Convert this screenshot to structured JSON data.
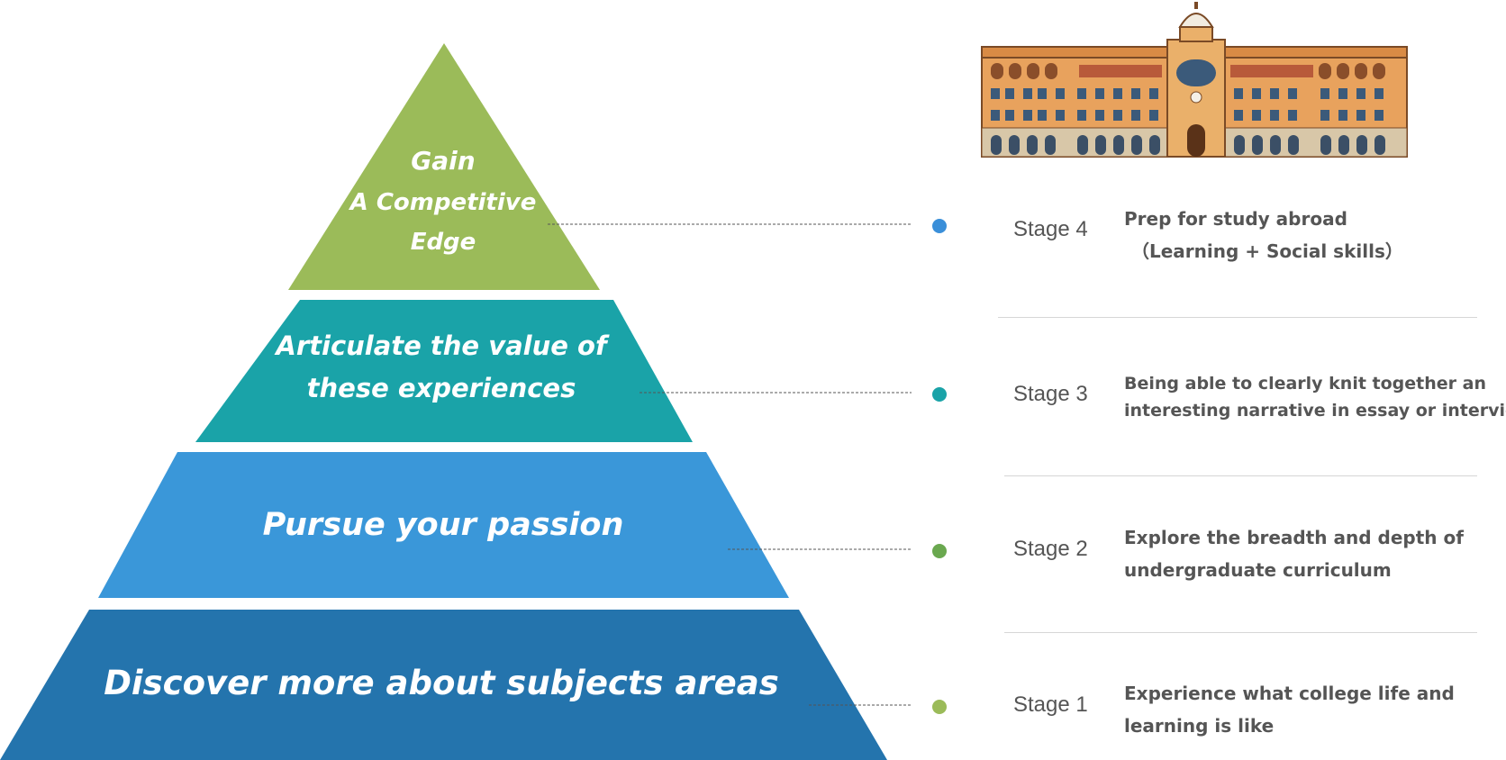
{
  "colors": {
    "tier4": "#9bbb59",
    "tier3": "#1aa3a8",
    "tier2": "#3a97d9",
    "tier1": "#2474ad",
    "dot4": "#3a8fd9",
    "dot3": "#1aa3a8",
    "dot2": "#6aa84f",
    "dot1": "#9bbb59"
  },
  "pyramid": {
    "tier4": {
      "lines": [
        "Gain",
        "A Competitive",
        "Edge"
      ]
    },
    "tier3": {
      "lines": [
        "Articulate the value of",
        "these experiences"
      ]
    },
    "tier2": {
      "lines": [
        "Pursue your passion"
      ]
    },
    "tier1": {
      "lines": [
        "Discover more about subjects areas"
      ]
    }
  },
  "stages": [
    {
      "label": "Stage 4",
      "desc": [
        "Prep for study abroad",
        "（Learning + Social skills）"
      ]
    },
    {
      "label": "Stage 3",
      "desc": [
        "Being able to clearly knit together an",
        "interesting narrative in essay or interview"
      ]
    },
    {
      "label": "Stage 2",
      "desc": [
        "Explore the breadth and depth of",
        "undergraduate curriculum"
      ]
    },
    {
      "label": "Stage 1",
      "desc": [
        "Experience what college life and",
        "learning is like"
      ]
    }
  ],
  "illustration": {
    "name": "university-building-illustration"
  }
}
